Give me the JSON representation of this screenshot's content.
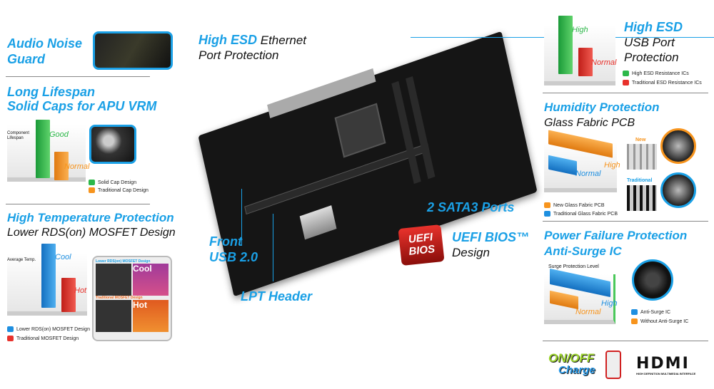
{
  "left": {
    "audio": {
      "title1": "Audio Noise",
      "title2": "Guard"
    },
    "caps": {
      "title1": "Long Lifespan",
      "title2": "Solid Caps for APU VRM",
      "axis1": "Component",
      "axis2": "Lifespan",
      "bar_good": "Good",
      "bar_normal": "Normal",
      "legend": [
        "Solid Cap Design",
        "Traditional Cap Design"
      ],
      "colors": [
        "#2db84a",
        "#f7941d"
      ]
    },
    "mosfet": {
      "title": "High Temperature Protection",
      "subtitle": "Lower RDS(on) MOSFET Design",
      "axis": "Average Temp.",
      "bar_cool": "Cool",
      "bar_hot": "Hot",
      "legend": [
        "Lower RDS(on) MOSFET Design",
        "Traditional MOSFET Design"
      ],
      "colors": [
        "#1e8fe0",
        "#e8322c"
      ],
      "panel_top": "Lower RDS(on) MOSFET Design",
      "panel_bottom": "Traditional MOSFET Design",
      "panel_cool": "Cool",
      "panel_hot": "Hot"
    }
  },
  "center": {
    "ethernet": {
      "hl": "High ESD",
      "rest": "Ethernet",
      "line2": "Port Protection"
    },
    "front_usb": {
      "line1": "Front",
      "line2": "USB 2.0"
    },
    "lpt": "LPT Header",
    "sata": "2 SATA3 Ports",
    "uefi": {
      "hl": "UEFI BIOS™",
      "line2": "Design",
      "logo": "UEFI BIOS"
    }
  },
  "right": {
    "usb": {
      "hl": "High ESD",
      "line2": "USB Port",
      "line3": "Protection",
      "bar_high": "High",
      "bar_normal": "Normal",
      "legend": [
        "High ESD Resistance ICs",
        "Traditional ESD Resistance ICs"
      ],
      "colors": [
        "#2db84a",
        "#e8322c"
      ]
    },
    "humidity": {
      "title": "Humidity Protection",
      "subtitle": "Glass Fabric PCB",
      "bar_high": "High",
      "bar_normal": "Normal",
      "label_new": "New",
      "label_trad": "Traditional",
      "legend": [
        "New Glass Fabric PCB",
        "Traditional Glass Fabric PCB"
      ],
      "colors": [
        "#f7941d",
        "#1e8fe0"
      ]
    },
    "power": {
      "title1": "Power Failure Protection",
      "title2": "Anti-Surge IC",
      "axis": "Surge Protection Level",
      "bar_high": "High",
      "bar_normal": "Normal",
      "legend": [
        "Anti-Surge IC",
        "Without Anti-Surge IC"
      ],
      "colors": [
        "#1e8fe0",
        "#f7941d"
      ]
    },
    "logos": {
      "onoff1": "ON/OFF",
      "onoff2": "Charge",
      "hdmi": "HDMI",
      "hdmi_sub": "HIGH DEFINITION MULTIMEDIA INTERFACE"
    }
  }
}
